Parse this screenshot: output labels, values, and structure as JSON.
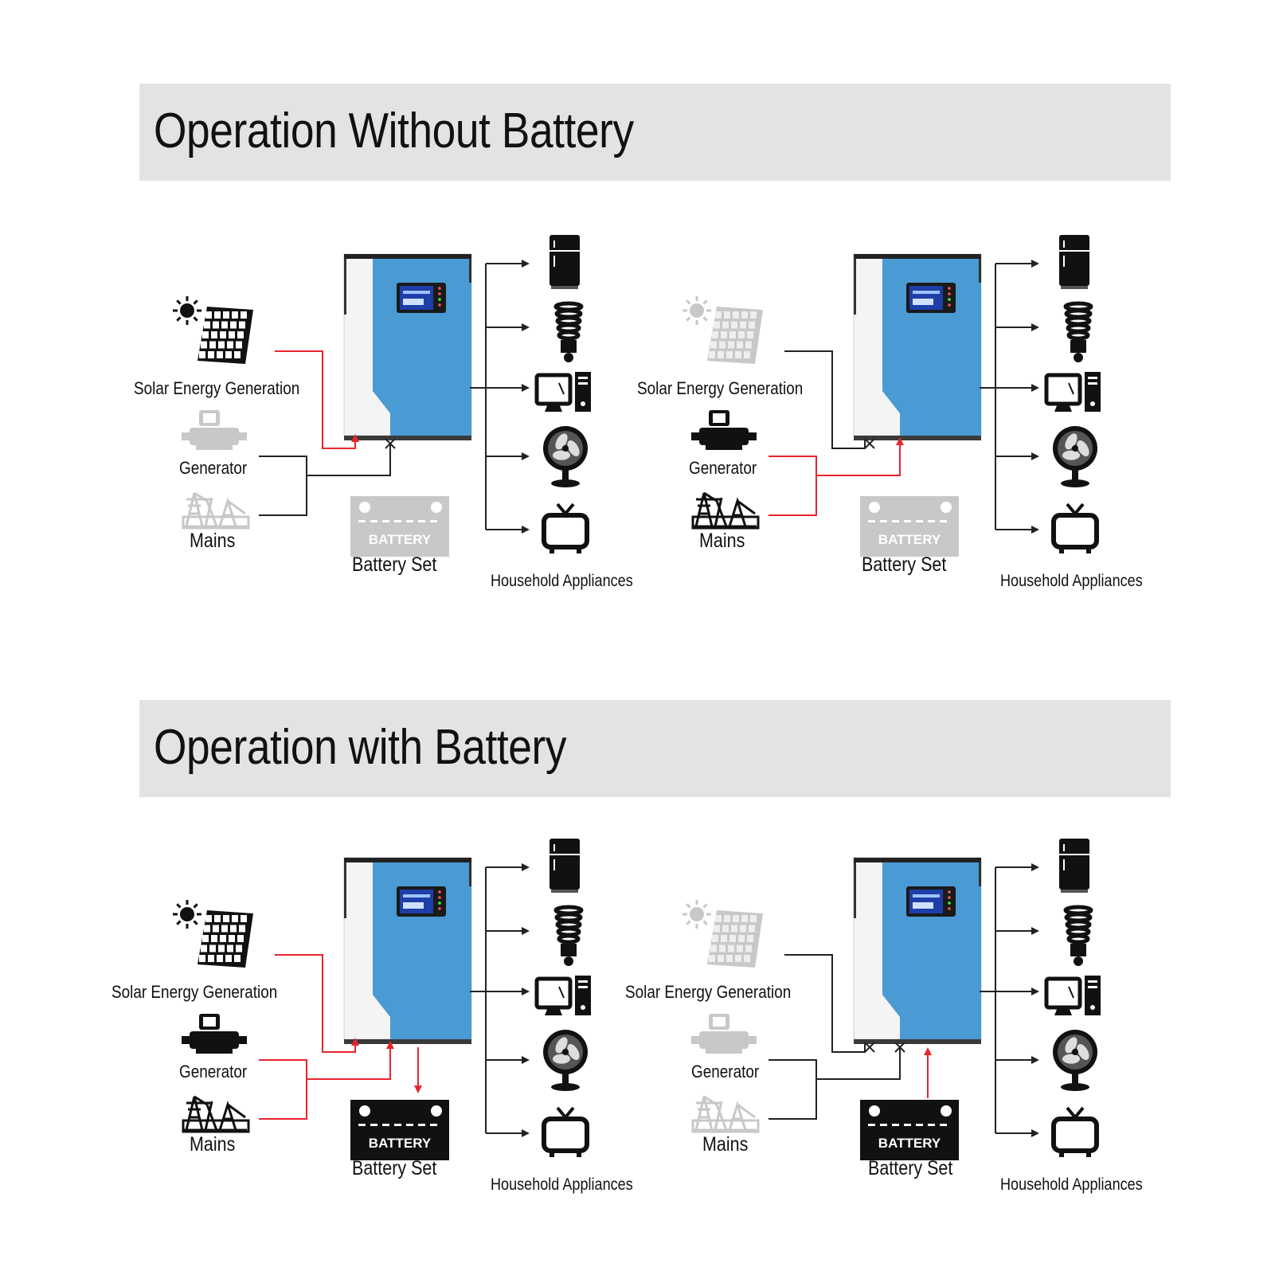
{
  "sections": [
    {
      "title": "Operation Without Battery"
    },
    {
      "title": "Operation with Battery"
    }
  ],
  "labels": {
    "solar": "Solar Energy Generation",
    "generator": "Generator",
    "mains": "Mains",
    "battery_set": "Battery Set",
    "appliances": "Household Appliances",
    "battery_word": "BATTERY"
  },
  "colors": {
    "active_line": "#e8242e",
    "inactive_line": "#222222",
    "inverter_blue": "#4a9ad4",
    "banner_bg": "#e3e3e3",
    "faded_icon": "#c8c8c8"
  },
  "diagrams": [
    {
      "solar": "active",
      "gen_mains": "inactive",
      "battery": "faded",
      "battery_flow": "none"
    },
    {
      "solar": "inactive",
      "gen_mains": "active",
      "battery": "faded",
      "battery_flow": "none"
    },
    {
      "solar": "active",
      "gen_mains": "active",
      "battery": "active",
      "battery_flow": "charge"
    },
    {
      "solar": "inactive",
      "gen_mains": "inactive",
      "battery": "active",
      "battery_flow": "discharge"
    }
  ]
}
